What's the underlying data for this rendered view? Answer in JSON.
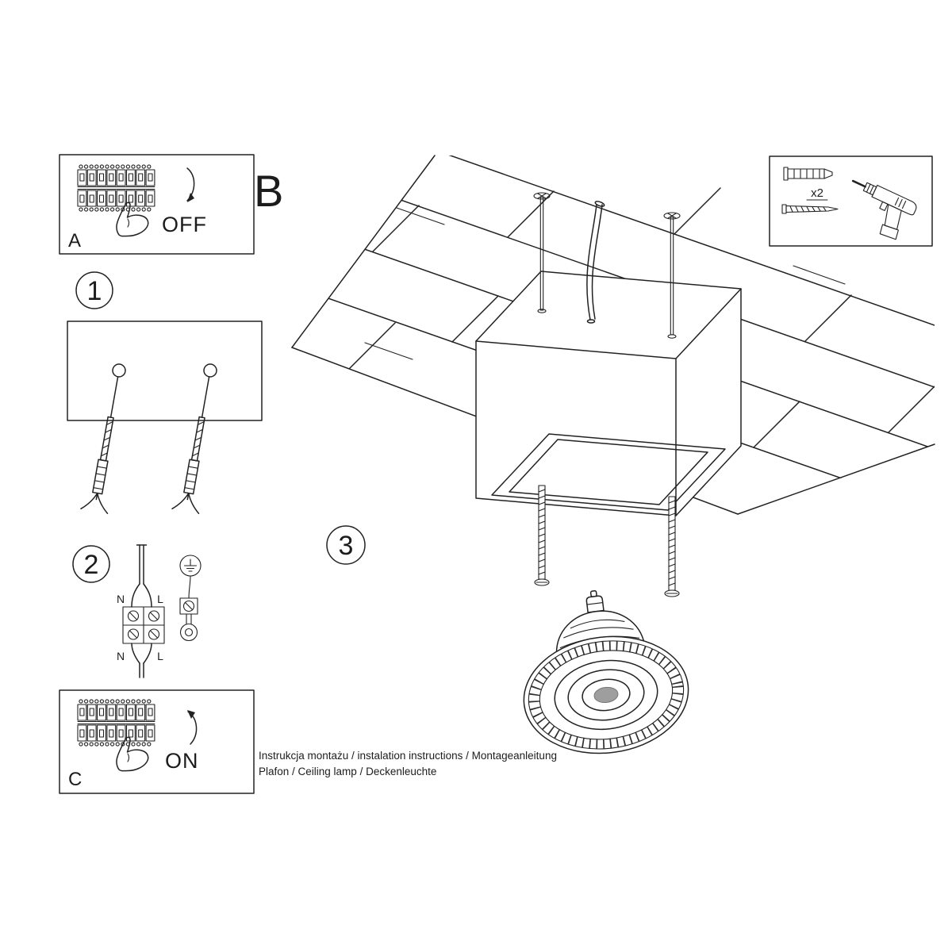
{
  "colors": {
    "ink": "#222222",
    "background": "#ffffff",
    "lens_gray": "#cfcfcf",
    "lens_core": "#9e9e9e"
  },
  "panel_a": {
    "label": "A",
    "state_label": "OFF"
  },
  "panel_c": {
    "label": "C",
    "state_label": "ON"
  },
  "section_b_label": "B",
  "step_badges": {
    "one": "1",
    "two": "2",
    "three": "3"
  },
  "hardware": {
    "quantity_label": "x2"
  },
  "wiring": {
    "neutral_label": "N",
    "live_label": "L"
  },
  "footer": {
    "line1": "Instrukcja montażu / instalation instructions / Montageanleitung",
    "line2": "Plafon / Ceiling lamp / Deckenleuchte"
  }
}
